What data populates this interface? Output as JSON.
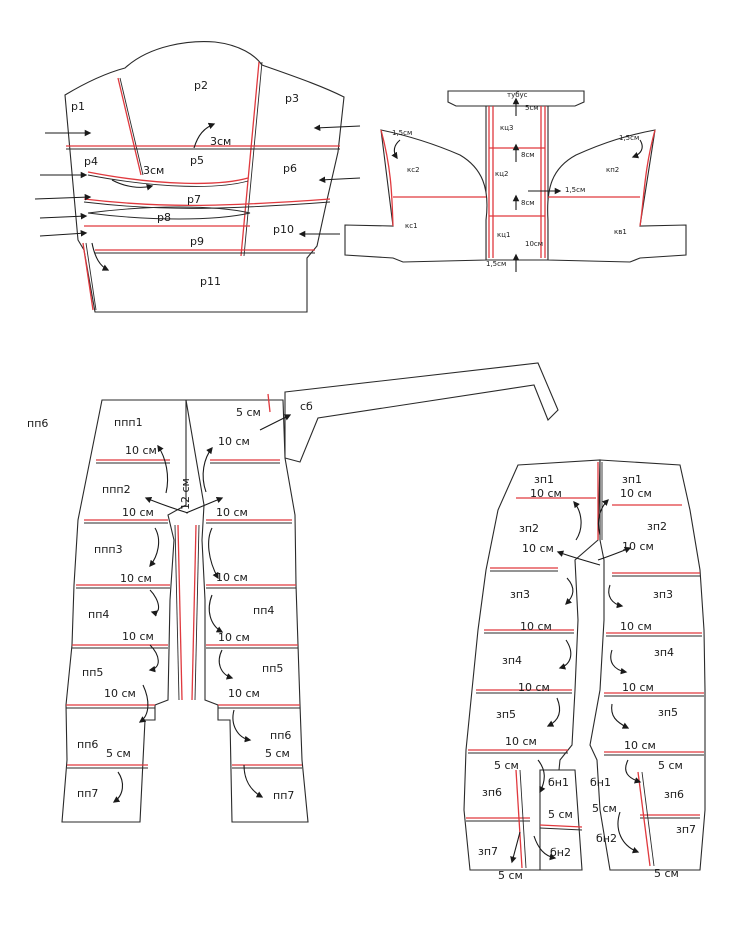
{
  "colors": {
    "outline": "#2a2a2a",
    "seam": "#e0393e",
    "background": "#ffffff"
  },
  "jacket": {
    "pieces": [
      "р1",
      "р2",
      "р3",
      "р4",
      "р5",
      "р6",
      "р7",
      "р8",
      "р9",
      "р10",
      "р11"
    ],
    "measures": [
      "3см",
      "3см"
    ]
  },
  "hood": {
    "tube": "тубус",
    "left": [
      "кс2",
      "кс1"
    ],
    "right": [
      "кп2",
      "кв1"
    ],
    "center": [
      "кц3",
      "кц2",
      "кц1"
    ],
    "measures": [
      "1,5см",
      "1,5см",
      "5см",
      "8см",
      "8см",
      "1,5см",
      "10см",
      "1,5см"
    ]
  },
  "front": {
    "title": "пп6",
    "belt": "сб",
    "belt_measure": "5 см",
    "fold_measure": "12 см",
    "left": [
      "ппп1",
      "ппп2",
      "ппп3",
      "пп4",
      "пп5",
      "пп6",
      "пп7"
    ],
    "right": [
      "пп4",
      "пп5",
      "пп6",
      "пп7"
    ],
    "left_measures": [
      "10 см",
      "10 см",
      "10 см",
      "10 см",
      "10 см",
      "5 см"
    ],
    "right_measures": [
      "10 см",
      "10 см",
      "10 см",
      "10 см",
      "10 см",
      "5 см"
    ]
  },
  "back": {
    "left": [
      "зп1",
      "зп2",
      "зп3",
      "зп4",
      "зп5",
      "зп6",
      "зп7"
    ],
    "right": [
      "зп1",
      "зп2",
      "зп3",
      "зп4",
      "зп5",
      "зп6",
      "зп7"
    ],
    "gusset": [
      "бн1",
      "бн2",
      "бн1",
      "бн2"
    ],
    "left_measures": [
      "10 см",
      "10 см",
      "10 см",
      "10 см",
      "10 см",
      "5 см",
      "5 см"
    ],
    "right_measures": [
      "10 см",
      "10 см",
      "10 см",
      "10 см",
      "10 см",
      "5 см",
      "5 см"
    ],
    "gusset_measures": [
      "5 см",
      "5 см"
    ]
  }
}
